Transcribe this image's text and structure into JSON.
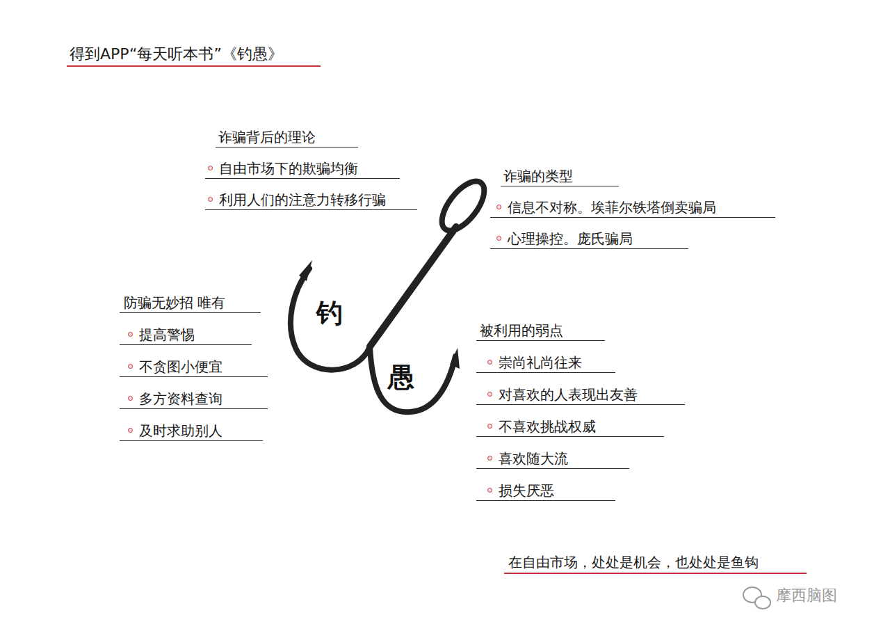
{
  "diagram": {
    "title": "得到APP“每天听本书”《钓愚》",
    "caption": "在自由市场，处处是机会，也处处是鱼钩",
    "nodes": [
      {
        "text": [
          "诈骗背后的理论",
          "自由市场下的欺骗均衡",
          "利用人们的注意力转移行骗"
        ]
      },
      {
        "text": [
          "诈骗的类型",
          "信息不对称。埃菲尔铁塔倒卖骗局",
          "心理操控。庞氏骗局"
        ]
      },
      {
        "text": [
          "防骗无妙招 唯有",
          "提高警惕",
          "不贪图小便宜",
          "多方资料查询",
          "及时求助别人"
        ]
      },
      {
        "text": [
          "被利用的弱点",
          "崇尚礼尚往来",
          "对喜欢的人表现出友善",
          "不喜欢挑战权威",
          "喜欢随大流",
          "损失厌恶"
        ]
      }
    ],
    "labels": [
      "钓",
      "愚",
      "摩西脑图"
    ]
  }
}
